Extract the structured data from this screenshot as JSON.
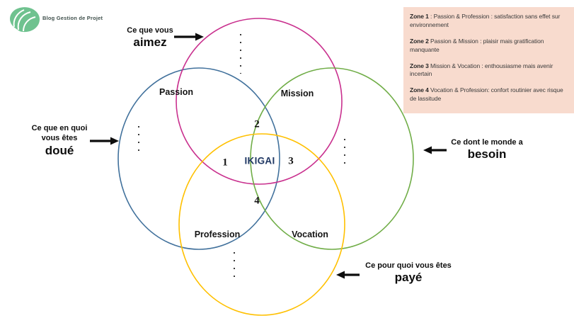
{
  "logo": {
    "label": "Blog Gestion de Projet"
  },
  "venn": {
    "center": "IKIGAI",
    "labels": {
      "passion": "Passion",
      "mission": "Mission",
      "profession": "Profession",
      "vocation": "Vocation"
    },
    "numbers": {
      "n1": "1",
      "n2": "2",
      "n3": "3",
      "n4": "4"
    },
    "colors": {
      "love_circle": "#C9308E",
      "good_at_circle": "#41719C",
      "world_needs_circle": "#70AD47",
      "paid_for_circle": "#FFC000",
      "ikigai_text": "#203864",
      "legend_background": "#F8DBCE",
      "logo_green": "#6FC28F"
    }
  },
  "annotations": {
    "love": {
      "line1": "Ce que vous",
      "line2": "aimez"
    },
    "good_at": {
      "line1": "Ce que en quoi",
      "line2": "vous êtes",
      "line3": "doué"
    },
    "world_needs": {
      "line1": "Ce dont le monde a",
      "line2": "besoin"
    },
    "paid_for": {
      "line1": "Ce pour quoi vous êtes",
      "line2": "payé"
    }
  },
  "legend": {
    "items": [
      {
        "title": "Zone 1",
        "text": " : Passion & Profession : satisfaction sans effet sur environnement"
      },
      {
        "title": "Zone 2",
        "text": " Passion & Mission : plaisir mais gratification manquante"
      },
      {
        "title": "Zone 3",
        "text": " Mission & Vocation : enthousiasme mais avenir incertain"
      },
      {
        "title": "Zone 4",
        "text": " Vocation & Profession: confort routinier avec risque de lassitude"
      }
    ]
  }
}
